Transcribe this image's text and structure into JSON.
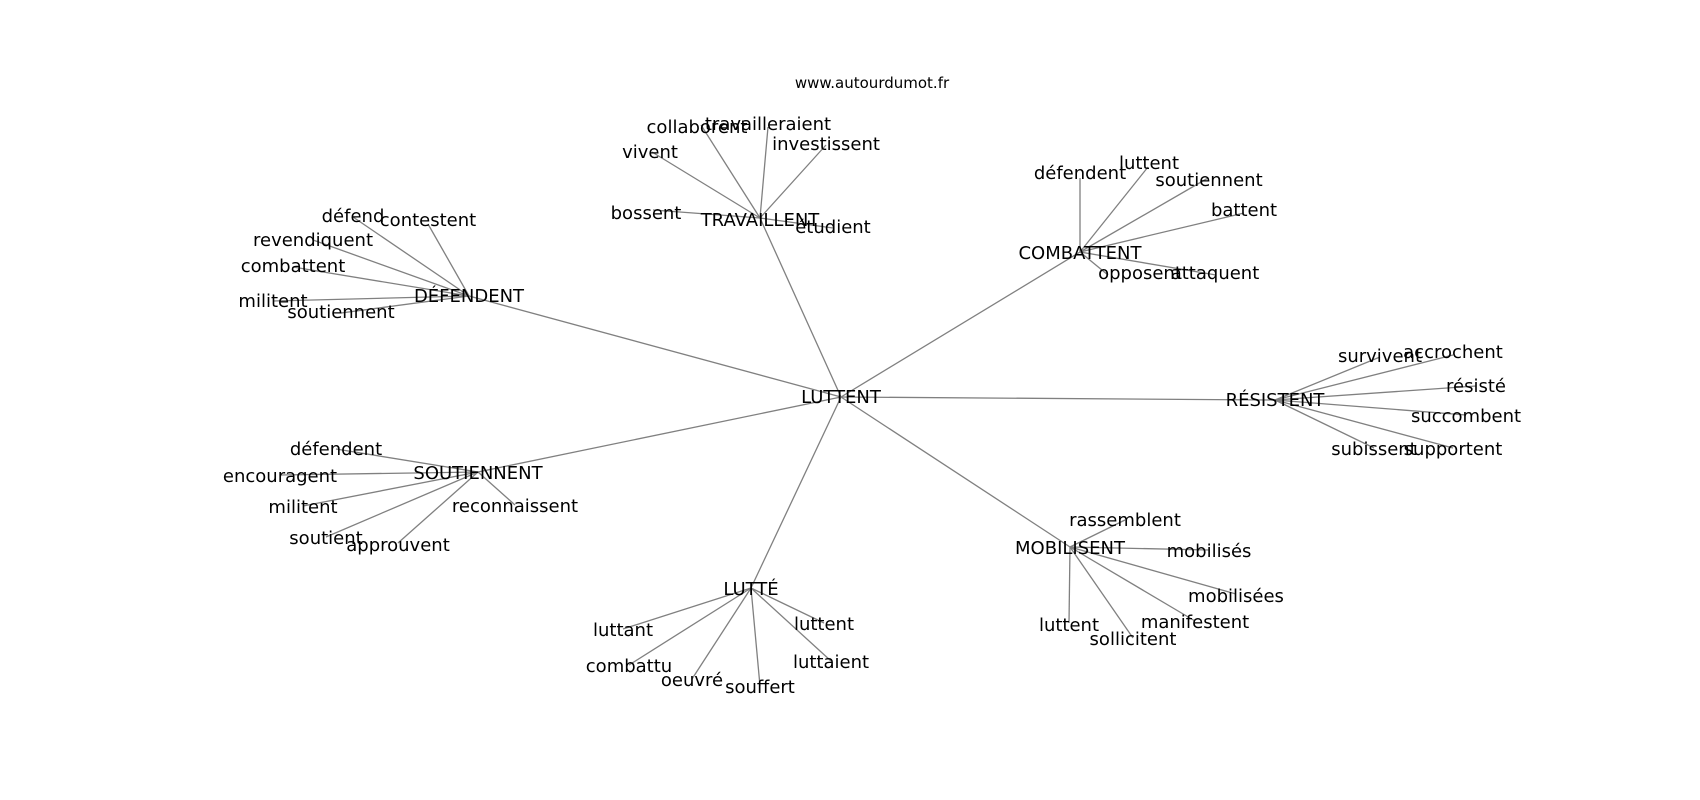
{
  "watermark": "www.autourdumot.fr",
  "center": "LUTTENT",
  "colors": {
    "edge": "#808080",
    "text": "#000000",
    "background": "#ffffff"
  },
  "clusters": [
    {
      "hub": "TRAVAILLENT",
      "words": [
        "collaborent",
        "travailleraient",
        "investissent",
        "vivent",
        "bossent",
        "étudient"
      ]
    },
    {
      "hub": "COMBATTENT",
      "words": [
        "défendent",
        "luttent",
        "soutiennent",
        "battent",
        "opposent",
        "attaquent"
      ]
    },
    {
      "hub": "DÉFENDENT",
      "words": [
        "défend",
        "contestent",
        "revendiquent",
        "combattent",
        "militent",
        "soutiennent"
      ]
    },
    {
      "hub": "RÉSISTENT",
      "words": [
        "survivent",
        "accrochent",
        "résisté",
        "succombent",
        "subissent",
        "supportent"
      ]
    },
    {
      "hub": "SOUTIENNENT",
      "words": [
        "défendent",
        "encouragent",
        "militent",
        "reconnaissent",
        "soutient",
        "approuvent"
      ]
    },
    {
      "hub": "MOBILISENT",
      "words": [
        "rassemblent",
        "mobilisés",
        "mobilisées",
        "manifestent",
        "luttent",
        "sollicitent"
      ]
    },
    {
      "hub": "LUTTÉ",
      "words": [
        "luttant",
        "luttent",
        "combattu",
        "luttaient",
        "oeuvré",
        "souffert"
      ]
    }
  ]
}
